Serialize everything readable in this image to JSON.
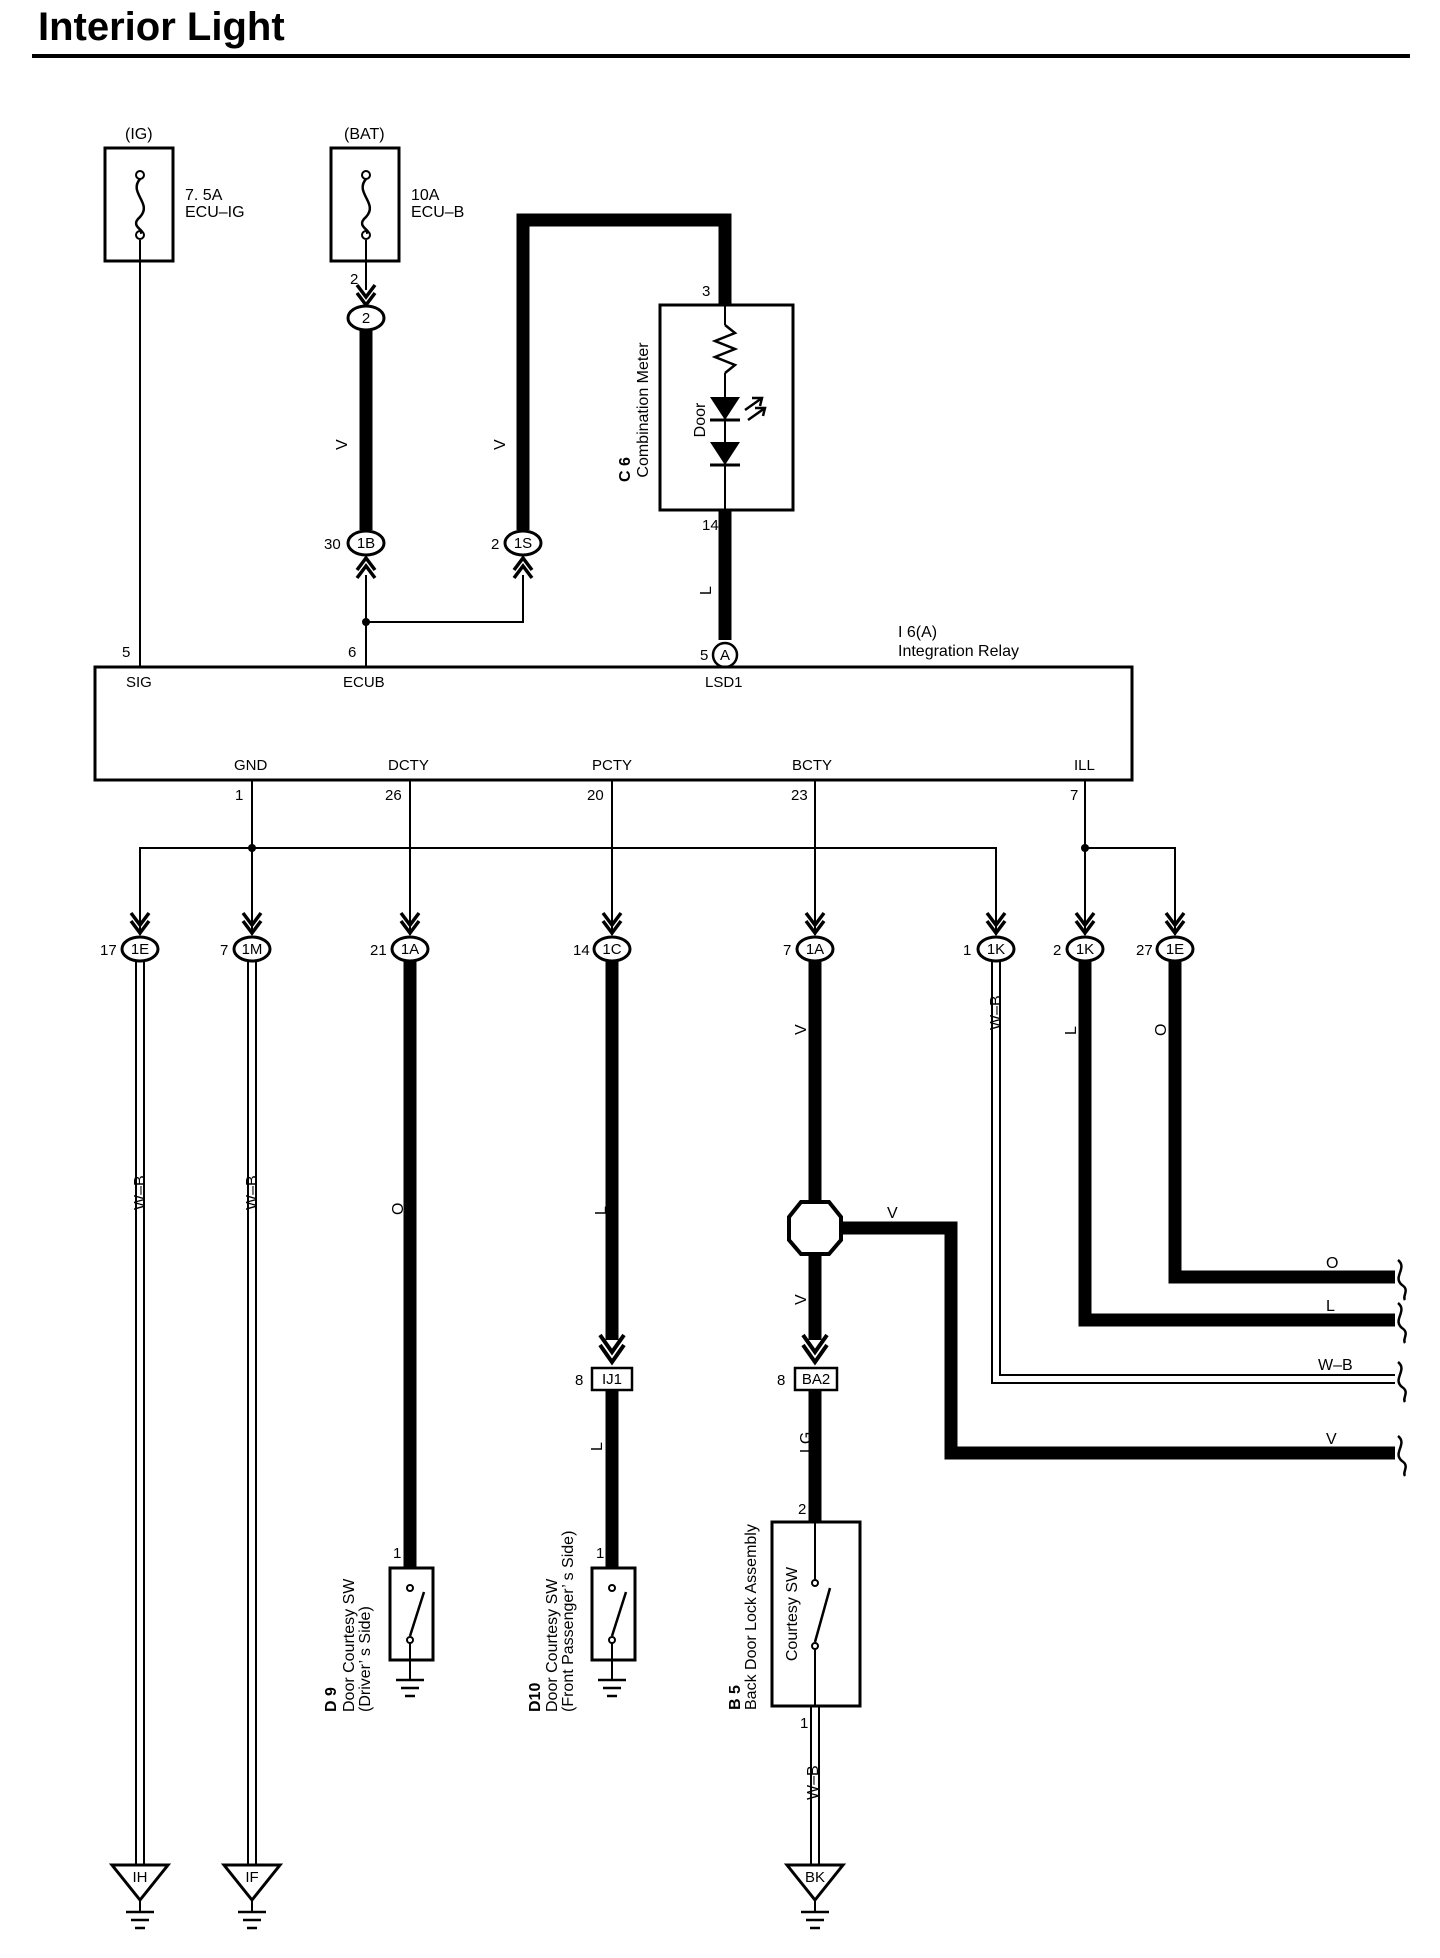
{
  "title": "Interior Light",
  "fuses": [
    {
      "source": "(IG)",
      "rating": "7. 5A",
      "name": "ECU–IG"
    },
    {
      "source": "(BAT)",
      "rating": "10A",
      "name": "ECU–B"
    }
  ],
  "combination_meter": {
    "code": "C 6",
    "name": "Combination Meter",
    "lamp": "Door",
    "pin_in": "3",
    "pin_out": "14"
  },
  "relay": {
    "code": "I 6(A)",
    "name": "Integration Relay",
    "top_terminals": [
      {
        "pin": "5",
        "name": "SIG"
      },
      {
        "pin": "6",
        "name": "ECUB"
      },
      {
        "pin": "5",
        "name": "LSD1",
        "conn": "A"
      }
    ],
    "bottom_terminals": [
      {
        "pin": "1",
        "name": "GND"
      },
      {
        "pin": "26",
        "name": "DCTY"
      },
      {
        "pin": "20",
        "name": "PCTY"
      },
      {
        "pin": "23",
        "name": "BCTY"
      },
      {
        "pin": "7",
        "name": "ILL"
      }
    ]
  },
  "upper_connectors": [
    {
      "pin": "2",
      "id": "2"
    },
    {
      "pin": "30",
      "id": "1B"
    },
    {
      "pin": "2",
      "id": "1S"
    }
  ],
  "lower_connectors": [
    {
      "pin": "17",
      "id": "1E"
    },
    {
      "pin": "7",
      "id": "1M"
    },
    {
      "pin": "21",
      "id": "1A"
    },
    {
      "pin": "14",
      "id": "1C"
    },
    {
      "pin": "7",
      "id": "1A"
    },
    {
      "pin": "1",
      "id": "1K"
    },
    {
      "pin": "2",
      "id": "1K"
    },
    {
      "pin": "27",
      "id": "1E"
    }
  ],
  "wire_colors": {
    "v": "V",
    "l": "L",
    "o": "O",
    "wb": "W–B",
    "lg": "LG"
  },
  "junctions": [
    {
      "pin": "8",
      "id": "IJ1"
    },
    {
      "pin": "8",
      "id": "BA2"
    }
  ],
  "switches": [
    {
      "code": "D 9",
      "line1": "Door Courtesy SW",
      "line2": "(Driver’ s Side)",
      "pin": "1"
    },
    {
      "code": "D10",
      "line1": "Door Courtesy SW",
      "line2": "(Front Passenger’ s Side)",
      "pin": "1"
    },
    {
      "code": "B 5",
      "line1": "Back Door Lock Assembly",
      "inner": "Courtesy SW",
      "pin_top": "2",
      "pin_bottom": "1"
    }
  ],
  "grounds": [
    "IH",
    "IF",
    "BK"
  ]
}
